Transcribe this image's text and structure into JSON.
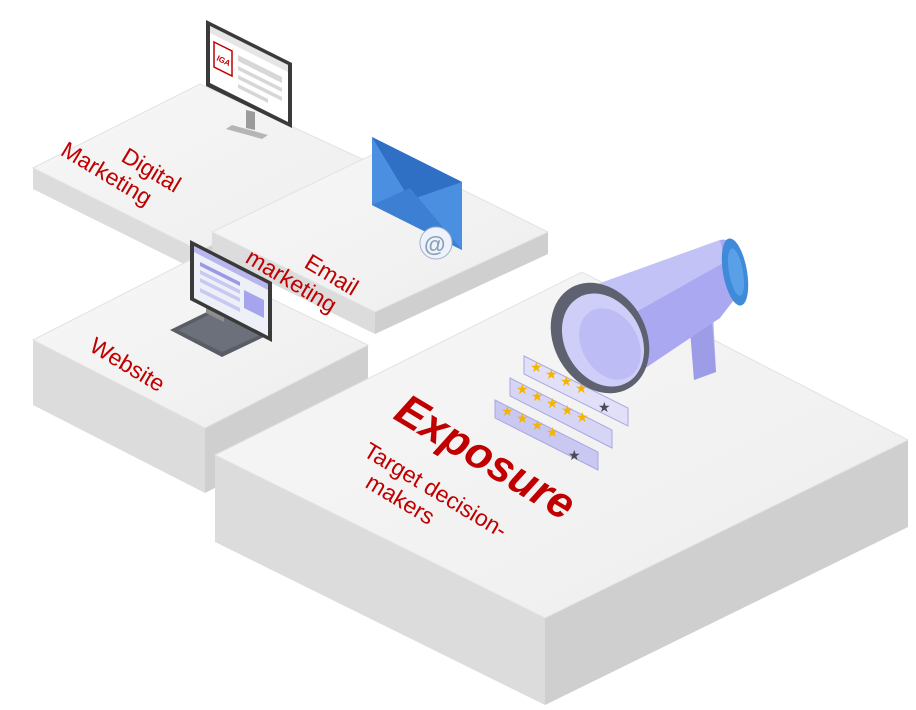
{
  "tiles": {
    "digital": {
      "line1": "Digital",
      "line2": "Marketing"
    },
    "email": {
      "line1": "Email",
      "line2": "marketing"
    },
    "website": {
      "label": "Website"
    },
    "exposure": {
      "title": "Exposure",
      "sub1": "Target decision-",
      "sub2": "makers"
    }
  },
  "icons": {
    "monitor_badge": "IGA",
    "email": "envelope-icon",
    "website": "computer-icon",
    "exposure": "megaphone-icon",
    "reviews": "rating-stars-icon"
  },
  "colors": {
    "label": "#c00000",
    "tile_top": "#f3f3f3",
    "tile_side": "#dedede",
    "envelope": "#4a8fe0",
    "megaphone": "#a9a8f0"
  }
}
